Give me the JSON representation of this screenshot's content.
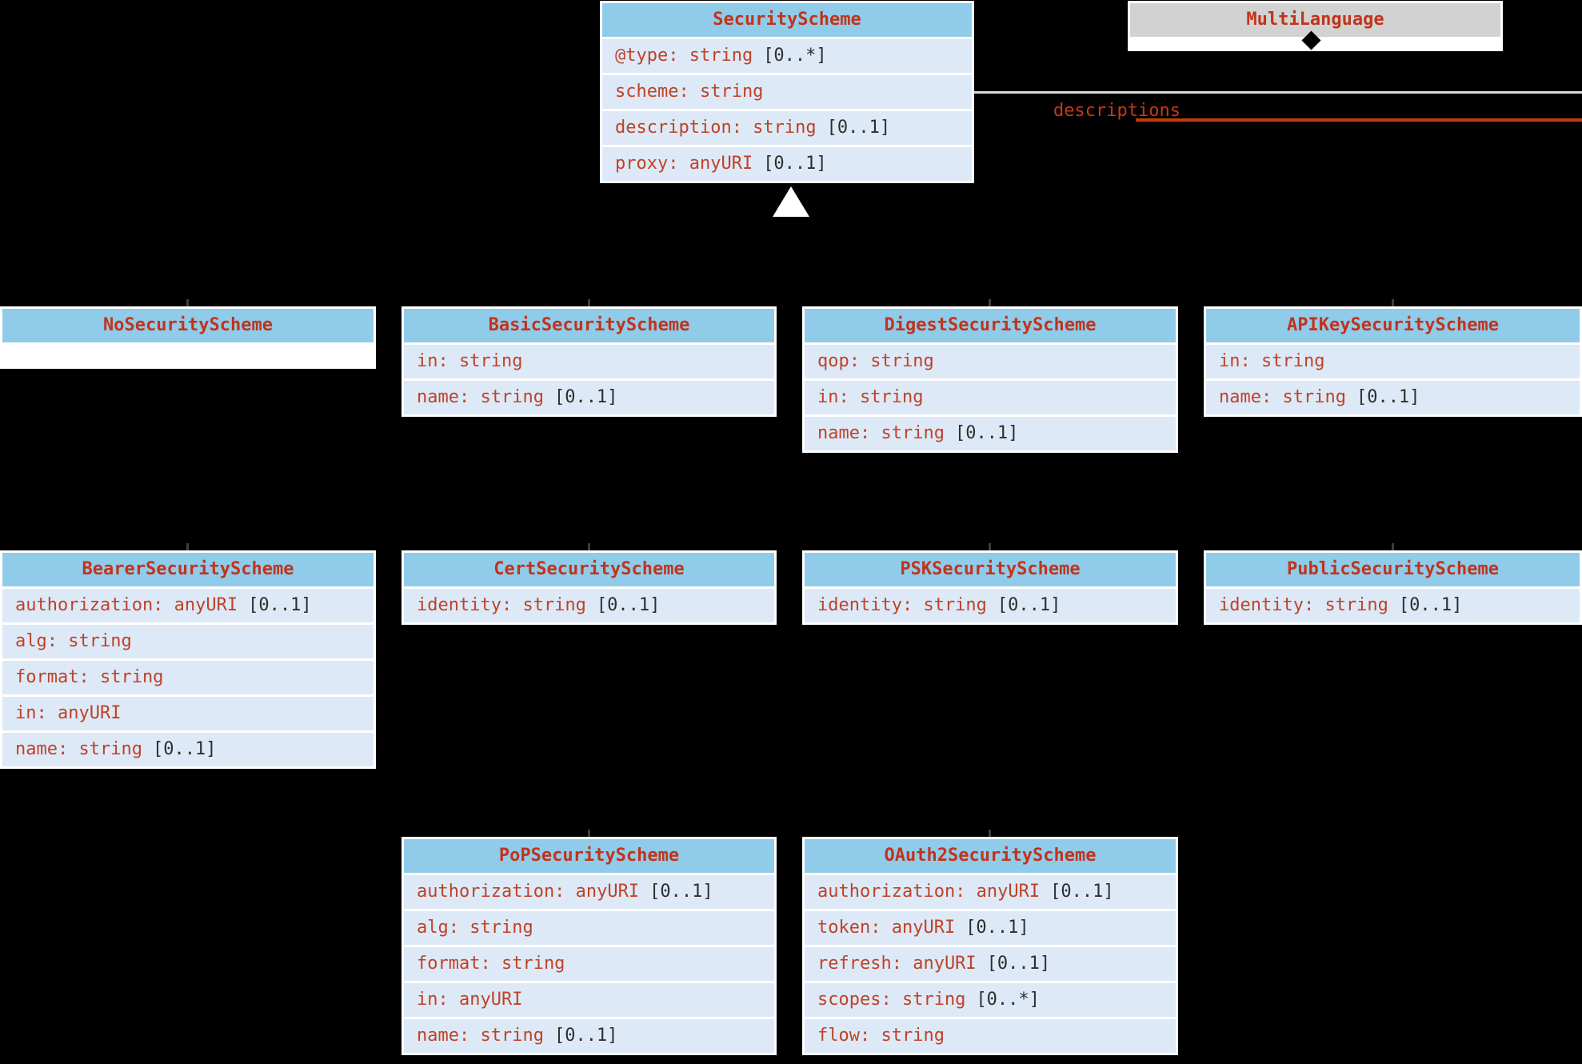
{
  "diagram": {
    "background_color": "#000000",
    "header_blue": "#90CBE9",
    "header_gray": "#D2D2D2",
    "row_blue": "#DDE9F7",
    "title_red": "#C2331B",
    "attr_red": "#C04226",
    "mult_gray": "#2E2E2E"
  },
  "association": {
    "label": "descriptions"
  },
  "classes": [
    {
      "name": "SecurityScheme",
      "attrs": [
        {
          "text": "@type: string",
          "mult": "[0..*]"
        },
        {
          "text": "scheme: string",
          "mult": ""
        },
        {
          "text": "description: string",
          "mult": "[0..1]"
        },
        {
          "text": "proxy: anyURI",
          "mult": "[0..1]"
        }
      ]
    },
    {
      "name": "MultiLanguage",
      "attrs": []
    },
    {
      "name": "NoSecurityScheme",
      "attrs": []
    },
    {
      "name": "BasicSecurityScheme",
      "attrs": [
        {
          "text": "in: string",
          "mult": ""
        },
        {
          "text": "name: string",
          "mult": "[0..1]"
        }
      ]
    },
    {
      "name": "DigestSecurityScheme",
      "attrs": [
        {
          "text": "qop: string",
          "mult": ""
        },
        {
          "text": "in: string",
          "mult": ""
        },
        {
          "text": "name: string",
          "mult": "[0..1]"
        }
      ]
    },
    {
      "name": "APIKeySecurityScheme",
      "attrs": [
        {
          "text": "in: string",
          "mult": ""
        },
        {
          "text": "name: string",
          "mult": "[0..1]"
        }
      ]
    },
    {
      "name": "BearerSecurityScheme",
      "attrs": [
        {
          "text": "authorization: anyURI",
          "mult": "[0..1]"
        },
        {
          "text": "alg: string",
          "mult": ""
        },
        {
          "text": "format: string",
          "mult": ""
        },
        {
          "text": "in: anyURI",
          "mult": ""
        },
        {
          "text": "name: string",
          "mult": "[0..1]"
        }
      ]
    },
    {
      "name": "CertSecurityScheme",
      "attrs": [
        {
          "text": "identity: string",
          "mult": "[0..1]"
        }
      ]
    },
    {
      "name": "PSKSecurityScheme",
      "attrs": [
        {
          "text": "identity: string",
          "mult": "[0..1]"
        }
      ]
    },
    {
      "name": "PublicSecurityScheme",
      "attrs": [
        {
          "text": "identity: string",
          "mult": "[0..1]"
        }
      ]
    },
    {
      "name": "PoPSecurityScheme",
      "attrs": [
        {
          "text": "authorization: anyURI",
          "mult": "[0..1]"
        },
        {
          "text": "alg: string",
          "mult": ""
        },
        {
          "text": "format: string",
          "mult": ""
        },
        {
          "text": "in: anyURI",
          "mult": ""
        },
        {
          "text": "name: string",
          "mult": "[0..1]"
        }
      ]
    },
    {
      "name": "OAuth2SecurityScheme",
      "attrs": [
        {
          "text": "authorization: anyURI",
          "mult": "[0..1]"
        },
        {
          "text": "token: anyURI",
          "mult": "[0..1]"
        },
        {
          "text": "refresh: anyURI",
          "mult": "[0..1]"
        },
        {
          "text": "scopes: string",
          "mult": "[0..*]"
        },
        {
          "text": "flow: string",
          "mult": ""
        }
      ]
    }
  ]
}
